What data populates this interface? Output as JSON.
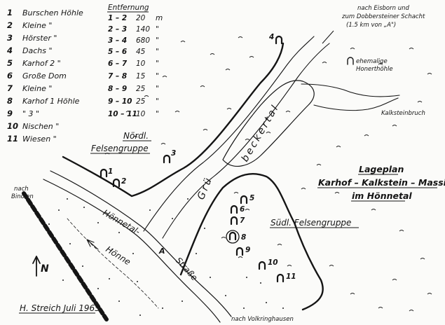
{
  "legend": {
    "caves": [
      {
        "no": "1",
        "name": "Burschen Höhle"
      },
      {
        "no": "2",
        "name": "Kleine  \""
      },
      {
        "no": "3",
        "name": "Hörster   \""
      },
      {
        "no": "4",
        "name": "Dachs      \""
      },
      {
        "no": "5",
        "name": "Karhof 2   \""
      },
      {
        "no": "6",
        "name": "Große Dom"
      },
      {
        "no": "7",
        "name": "Kleine   \""
      },
      {
        "no": "8",
        "name": "Karhof 1 Höhle"
      },
      {
        "no": "9",
        "name": "\"     3     \""
      },
      {
        "no": "10",
        "name": "Nischen    \""
      },
      {
        "no": "11",
        "name": "Wiesen     \""
      }
    ]
  },
  "distances": {
    "header": "Entfernung",
    "rows": [
      {
        "pair": "1 – 2",
        "value": "20",
        "unit": "m"
      },
      {
        "pair": "2 – 3",
        "value": "140",
        "unit": "\""
      },
      {
        "pair": "3 – 4",
        "value": "680",
        "unit": "\""
      },
      {
        "pair": "5 – 6",
        "value": "45",
        "unit": "\""
      },
      {
        "pair": "6 – 7",
        "value": "10",
        "unit": "\""
      },
      {
        "pair": "7 – 8",
        "value": "15",
        "unit": "\""
      },
      {
        "pair": "8 – 9",
        "value": "25",
        "unit": "\""
      },
      {
        "pair": "9 – 10",
        "value": "25",
        "unit": "\""
      },
      {
        "pair": "10 – 11",
        "value": "10",
        "unit": "\""
      }
    ]
  },
  "map": {
    "note_top_line1": "nach Eisborn und",
    "note_top_line2": "zum Dobbersteiner Schacht",
    "note_top_line3": "(1.5 km von „A\")",
    "former_cave_line1": "ehemalige",
    "former_cave_line2": "Honerthöhle",
    "quarry": "Kalksteinbruch",
    "north_group_line1": "Nördl.",
    "north_group_line2": "Felsengruppe",
    "south_group": "Südl. Felsengruppe",
    "valley": "Grübeckertal",
    "valley_part1": "Grü",
    "valley_part2": "beckertal",
    "site_plan_line1": "Lageplan",
    "site_plan_line2": "Karhof – Kalkstein – Massiv",
    "site_plan_line3": "im Hönnetal",
    "to_binolen_line1": "nach",
    "to_binolen_line2": "Binolen",
    "road_part1": "Hönnetal-",
    "road_part2": "Straße",
    "river": "Hönne",
    "point_a": "A",
    "north": "N",
    "author": "H. Streich Juli 1965",
    "to_volkringhausen": "nach Volkringhausen",
    "cave_numbers": [
      "1",
      "2",
      "3",
      "4",
      "5",
      "6",
      "7",
      "8",
      "9",
      "10",
      "11"
    ]
  },
  "colors": {
    "ink": "#151515",
    "paper": "#fbfbf9"
  }
}
